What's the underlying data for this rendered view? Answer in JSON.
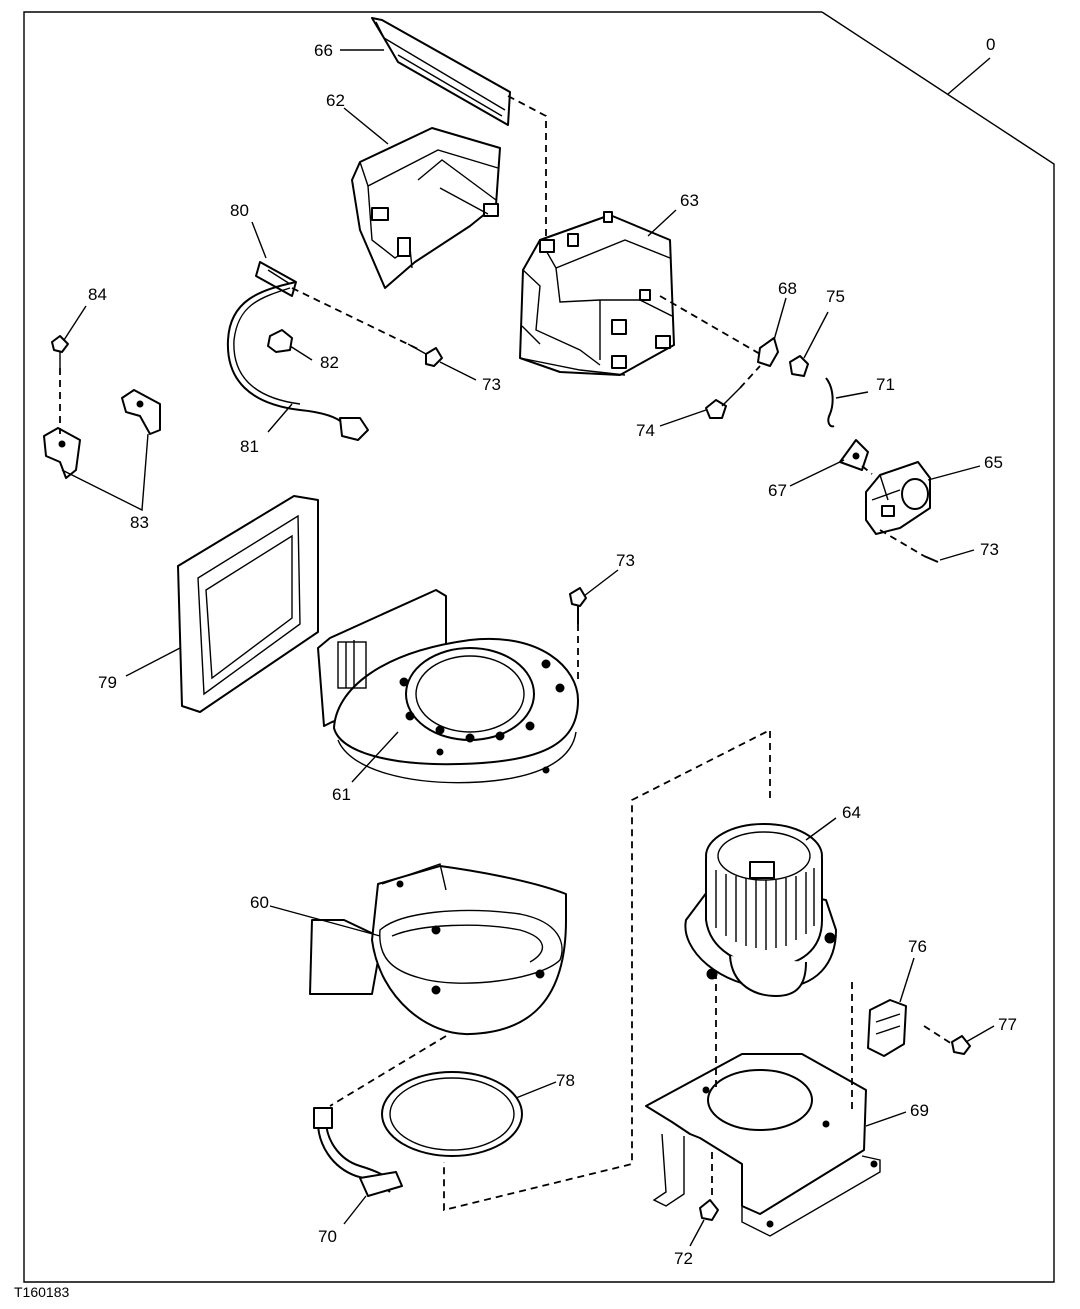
{
  "figure_id": "T160183",
  "callouts": {
    "c0": "0",
    "c60": "60",
    "c61": "61",
    "c62": "62",
    "c63": "63",
    "c64": "64",
    "c65": "65",
    "c66": "66",
    "c67": "67",
    "c68": "68",
    "c69": "69",
    "c70": "70",
    "c71": "71",
    "c72": "72",
    "c73a": "73",
    "c73b": "73",
    "c73c": "73",
    "c74": "74",
    "c75": "75",
    "c76": "76",
    "c77": "77",
    "c78": "78",
    "c79": "79",
    "c80": "80",
    "c81": "81",
    "c82": "82",
    "c83": "83",
    "c84": "84"
  }
}
